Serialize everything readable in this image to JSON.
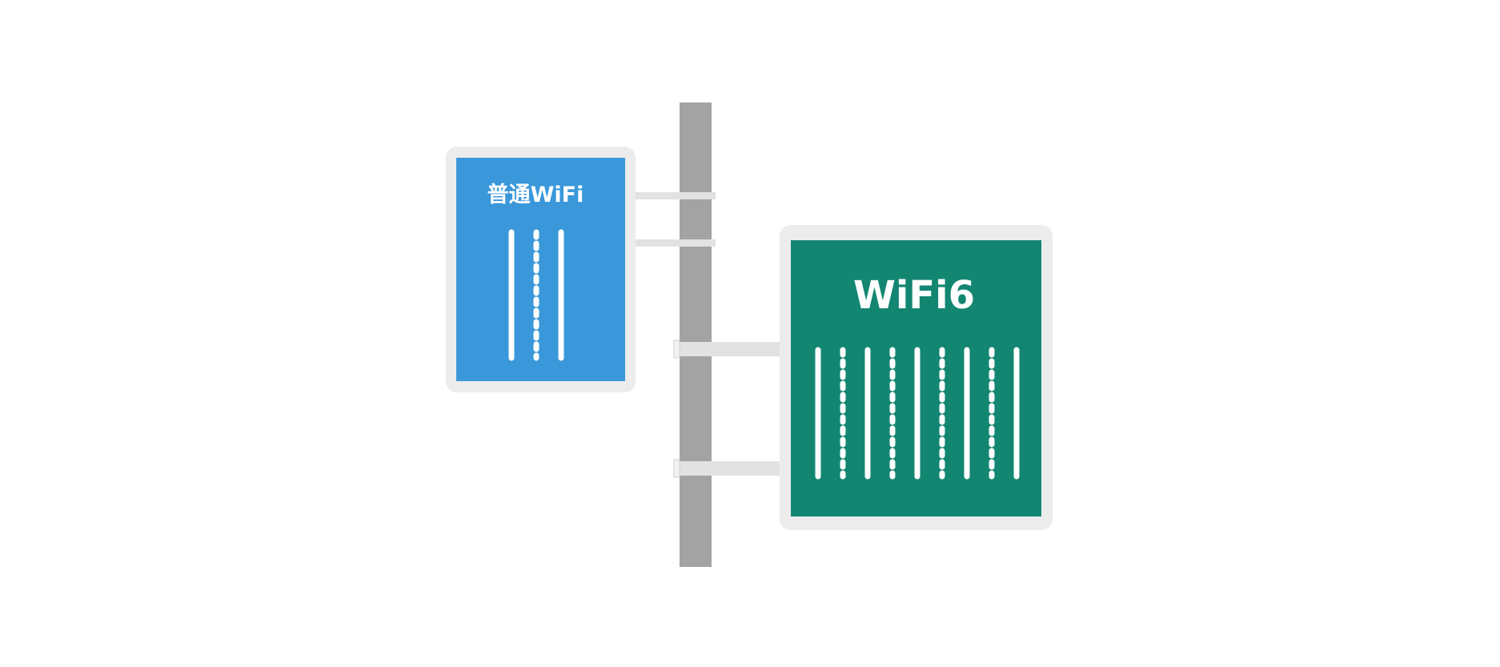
{
  "signs": {
    "regular": {
      "title": "普通WiFi",
      "color": "#3A98DA",
      "frame_color": "#ECECEC",
      "lanes": [
        "solid",
        "dashed",
        "solid"
      ]
    },
    "wifi6": {
      "title": "WiFi6",
      "color": "#138672",
      "frame_color": "#ECECEC",
      "lanes": [
        "solid",
        "dashed",
        "solid",
        "dashed",
        "solid",
        "dashed",
        "solid",
        "dashed",
        "solid"
      ]
    }
  },
  "pole": {
    "color": "#A3A3A3",
    "bracket_color": "#E2E2E2"
  }
}
